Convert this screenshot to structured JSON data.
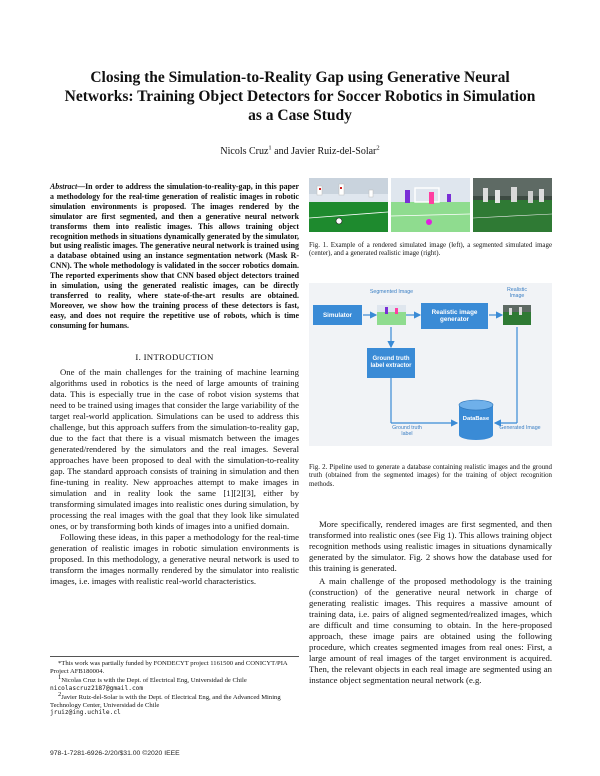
{
  "title_line1": "Closing the Simulation-to-Reality Gap using Generative Neural",
  "title_line2": "Networks: Training Object Detectors for Soccer Robotics in Simulation",
  "title_line3": "as a Case Study",
  "author1": "Nicols Cruz",
  "author1_sup": "1",
  "author_and": "and",
  "author2": "Javier Ruiz-del-Solar",
  "author2_sup": "2",
  "abstract_lead": "Abstract",
  "abstract_body": "—In order to address the simulation-to-reality-gap, in this paper a methodology for the real-time generation of realistic images in robotic simulation environments is proposed. The images rendered by the simulator are first segmented, and then a generative neural network transforms them into realistic images. This allows training object recognition methods in situations dynamically generated by the simulator, but using realistic images. The generative neural network is trained using a database obtained using an instance segmentation network (Mask R-CNN). The whole methodology is validated in the soccer robotics domain. The reported experiments show that CNN based object detectors trained in simulation, using the generated realistic images, can be directly transferred to reality, where state-of-the-art results are obtained. Moreover, we show how the training process of these detectors is fast, easy, and does not require the repetitive use of robots, which is time consuming for humans.",
  "intro_heading": "I. INTRODUCTION",
  "intro_p1": "One of the main challenges for the training of machine learning algorithms used in robotics is the need of large amounts of training data. This is especially true in the case of robot vision systems that need to be trained using images that consider the large variability of the target real-world application. Simulations can be used to address this challenge, but this approach suffers from the simulation-to-reality gap, due to the fact that there is a visual mismatch between the images generated/rendered by the simulators and the real images. Several approaches have been proposed to deal with the simulation-to-reality gap. The standard approach consists of training in simulation and then fine-tuning in reality. New approaches attempt to make images in simulation and in reality look the same [1][2][3], either by transforming simulated images into realistic ones during simulation, by processing the real images with the goal that they look like simulated ones, or by transforming both kinds of images into a unified domain.",
  "intro_p2": "Following these ideas, in this paper a methodology for the real-time generation of realistic images in robotic simulation environments is proposed. In this methodology, a generative neural network is used to transform the images normally rendered by the simulator into realistic images, i.e. images with realistic real-world characteristics.",
  "footnote_star": "*This work was partially funded by FONDECYT project 1161500 and CONICYT/PIA Project AFB180004.",
  "footnote1_text": "Nicolas Cruz is with the Dept. of Electrical Eng, Universidad de Chile",
  "footnote1_email": "nicolascruz2187@gmail.com",
  "footnote2_text": "Javier Ruiz-del-Solar is with the Dept. of Electrical Eng, and the Advanced Mining Technology Center, Universidad de Chile",
  "footnote2_email": "jruiz@ing.uchile.cl",
  "footnote1_num": "1",
  "footnote2_num": "2",
  "isbn": "978-1-7281-6926-2/20/$31.00 ©2020 IEEE",
  "fig1_caption": "Fig. 1.     Example of a rendered simulated image (left), a segmented simulated image (center), and a generated realistic image (right).",
  "fig2_caption": "Fig. 2.     Pipeline used to generate a database containing realistic images and the ground truth (obtained from the segmented images) for the training of object recognition methods.",
  "fig2": {
    "simulator": "Simulator",
    "segmented_image": "Segmented Image",
    "realistic_generator": "Realistic image generator",
    "realistic_image": "Realistic Image",
    "gt_extractor": "Ground truth label extractor",
    "database": "DataBase",
    "gt_label": "Ground truth label",
    "generated_image": "Generated Image"
  },
  "right_p1": "More specifically, rendered images are first segmented, and then transformed into realistic ones (see Fig 1). This allows training object recognition methods using realistic images in situations dynamically generated by the simulator. Fig. 2 shows how the database used for this training is generated.",
  "right_p2": "A main challenge of the proposed methodology is the training (construction) of the generative neural network in charge of generating realistic images. This requires a massive amount of training data, i.e. pairs of aligned segmented/realized images, which are difficult and time consuming to obtain. In the here-proposed approach, these image pairs are obtained using the following procedure, which creates segmented images from real ones: First, a large amount of real images of the target environment is acquired. Then, the relevant objects in each real image are segmented using an instance object segmentation neural network (e.g.",
  "colors": {
    "diagram_box": "#3a8bd6",
    "arrow": "#3a8bd6",
    "field": "#1e8a2e",
    "segmented_bg": "#8fdc8f"
  }
}
